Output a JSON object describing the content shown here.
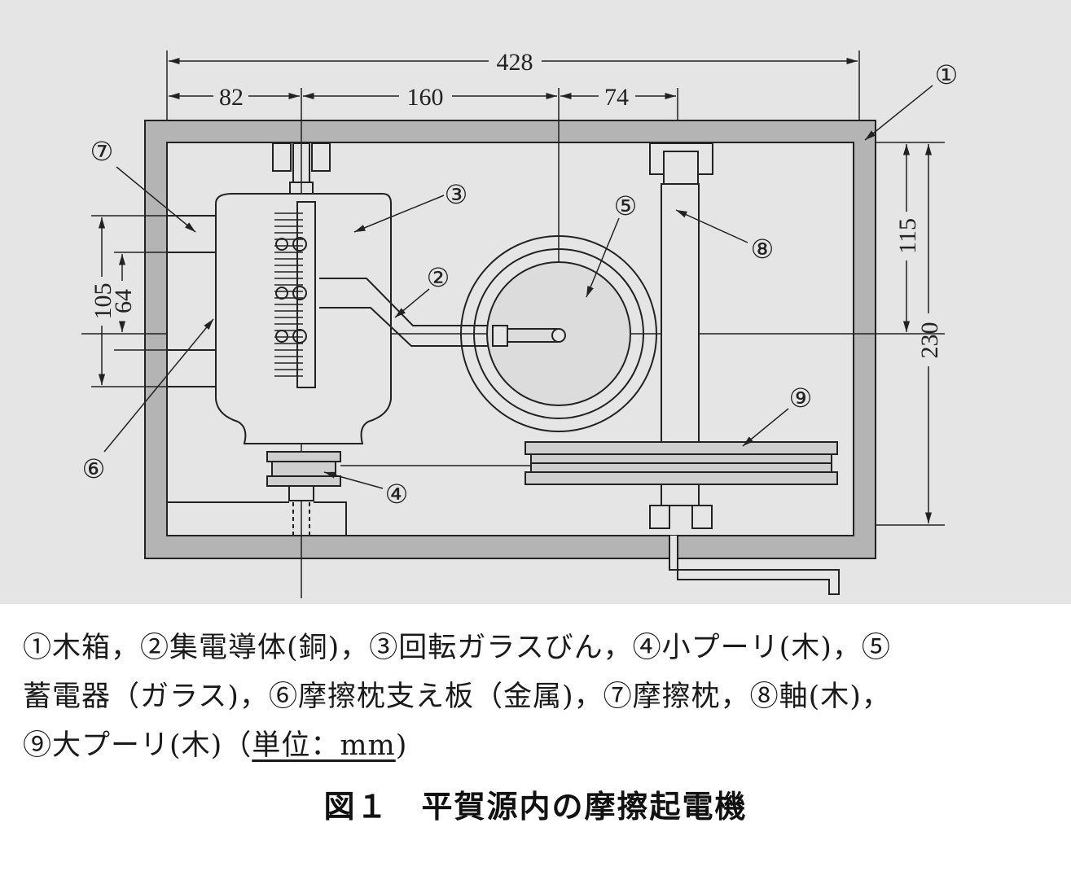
{
  "dimensions": {
    "total_width": "428",
    "left": "82",
    "middle": "160",
    "right": "74",
    "height_upper": "115",
    "height_total": "230",
    "pad_outer": "105",
    "pad_inner": "64"
  },
  "part_markers": [
    "①",
    "②",
    "③",
    "④",
    "⑤",
    "⑥",
    "⑦",
    "⑧",
    "⑨"
  ],
  "caption": {
    "line1": "①木箱，②集電導体(銅)，③回転ガラスびん，④小プーリ(木)，⑤",
    "line2": "蓄電器（ガラス)，⑥摩擦枕支え板（金属)，⑦摩擦枕，⑧軸(木)，",
    "line3_a": "⑨大プーリ(木)（",
    "line3_unit": "単位：mm",
    "line3_b": ")"
  },
  "title": "図１　平賀源内の摩擦起電機"
}
